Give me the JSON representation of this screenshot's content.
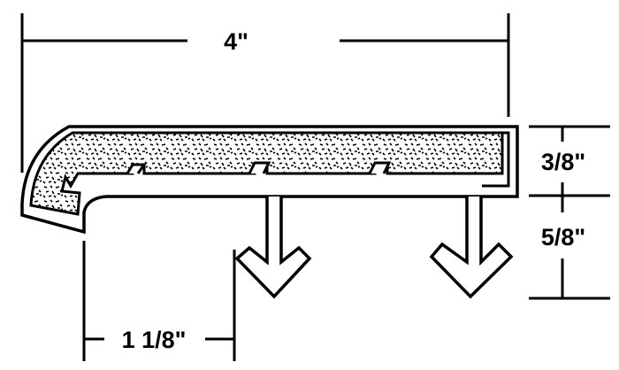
{
  "diagram": {
    "dimensions": {
      "width": "4\"",
      "top_height": "3/8\"",
      "bottom_height": "5/8\"",
      "leg_offset": "1 1/8\""
    }
  },
  "colors": {
    "line": "#000000",
    "background": "#ffffff"
  }
}
